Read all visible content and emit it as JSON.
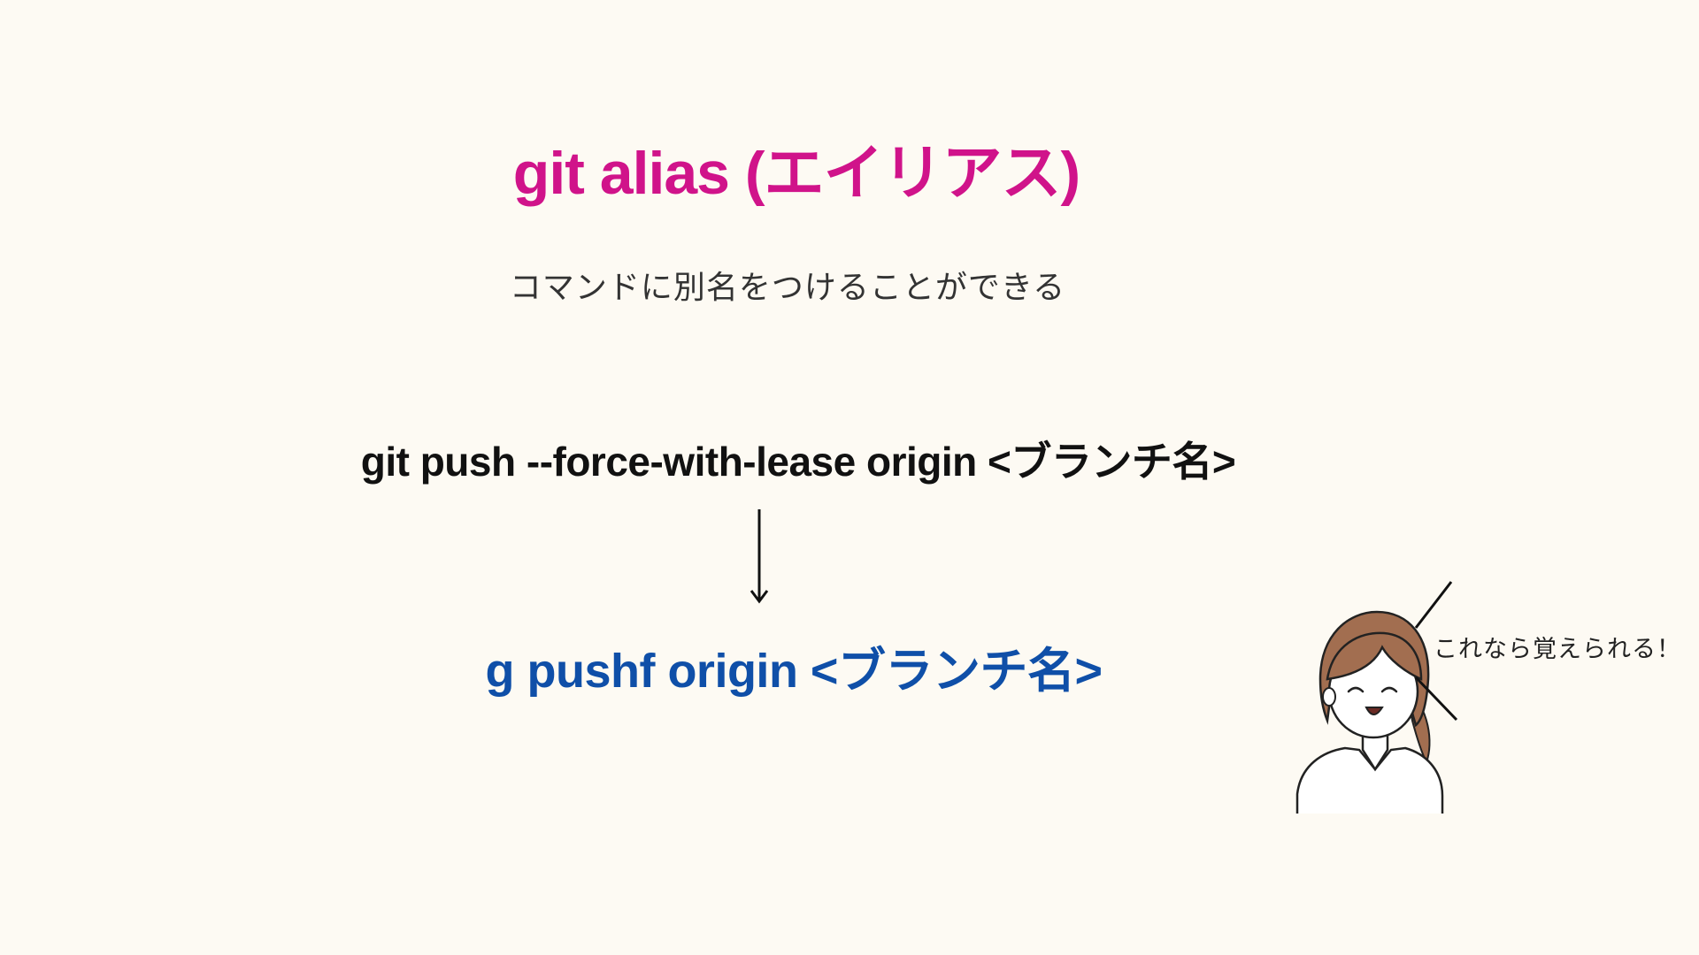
{
  "slide": {
    "title": "git alias (エイリアス)",
    "subtitle": "コマンドに別名をつけることができる",
    "original_command": "git push --force-with-lease origin <ブランチ名>",
    "alias_command": "g pushf origin <ブランチ名>",
    "speech_bubble": "これなら覚えられる！"
  },
  "colors": {
    "background": "#fdfaf3",
    "title": "#d0138a",
    "original_command": "#111111",
    "alias_command": "#0f4fa8",
    "hair": "#a26e50"
  },
  "icons": {
    "arrow": "arrow-down-icon",
    "character": "woman-smiling-icon"
  }
}
